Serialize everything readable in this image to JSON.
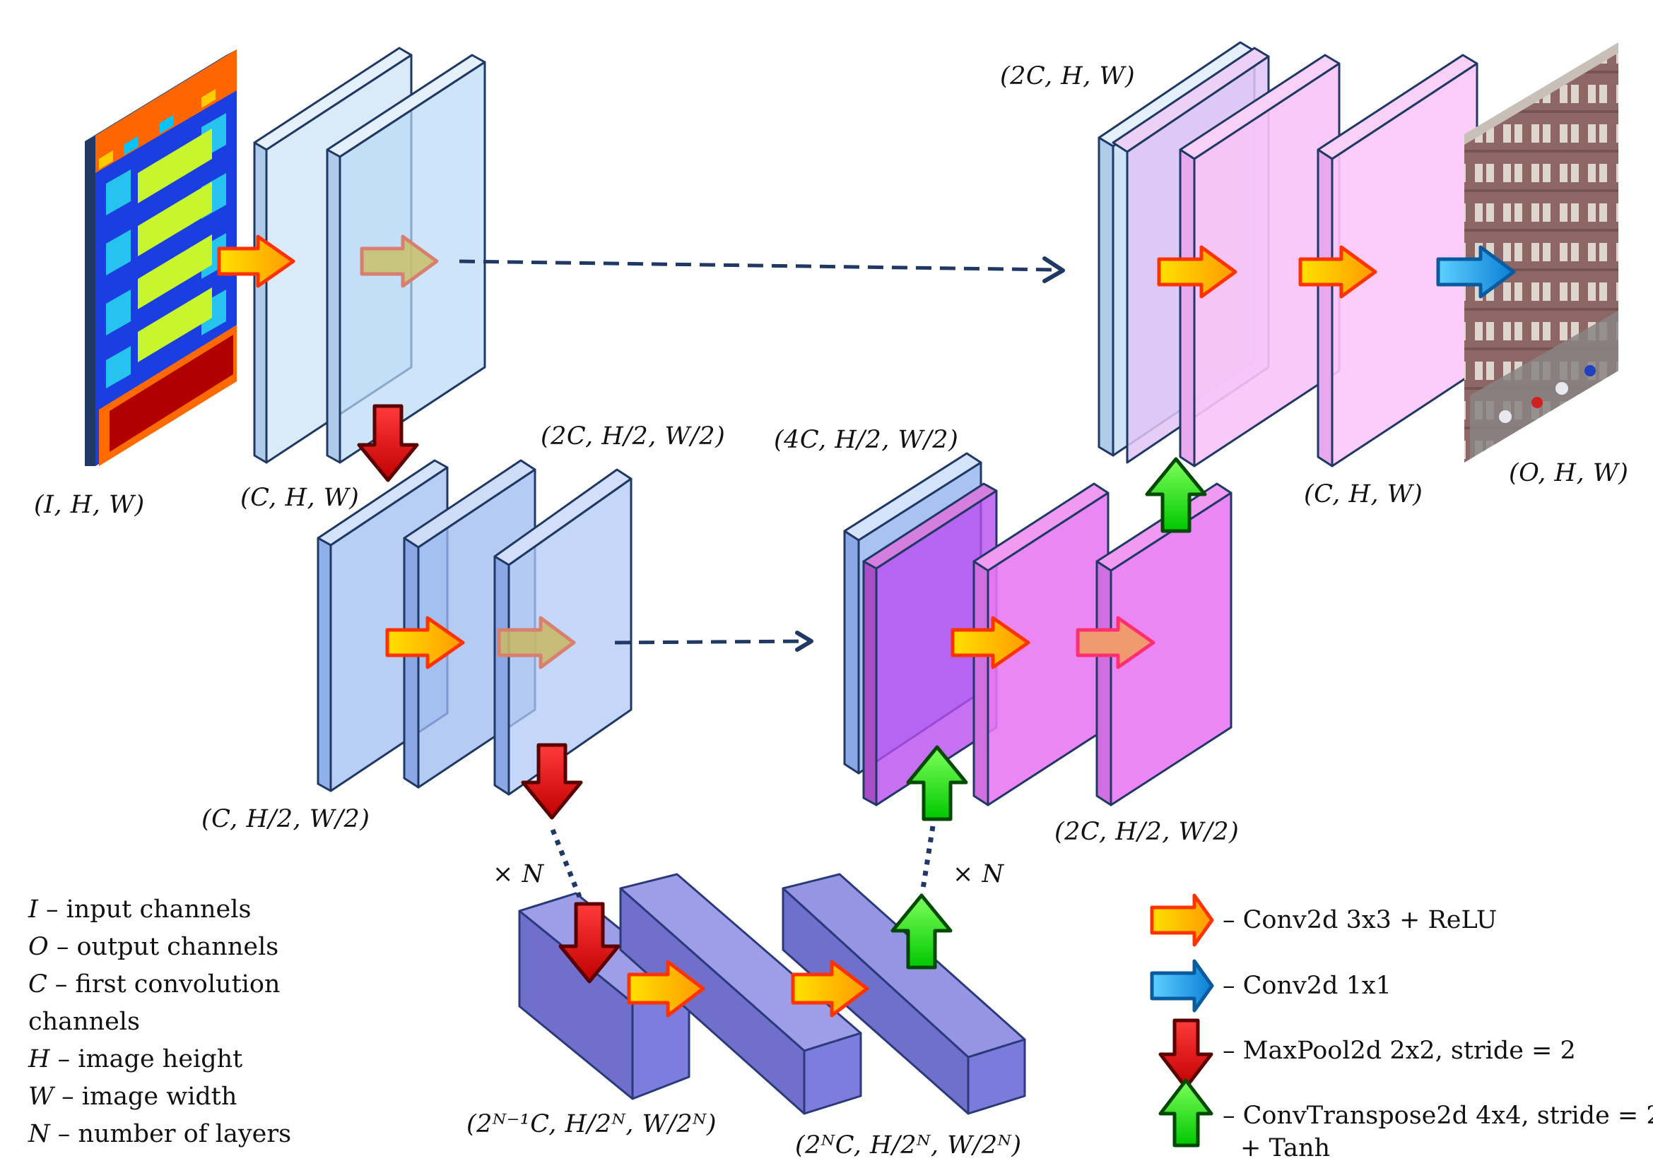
{
  "labels": {
    "input_dims": "(I, H, W)",
    "enc1_dims": "(C, H, W)",
    "enc2_in_dims": "(C, H/2, W/2)",
    "enc2_out_dims": "(2C, H/2, W/2)",
    "bottom_in_dims": "(2ᴺ⁻¹C, H/2ᴺ, W/2ᴺ)",
    "bottom_out_dims": "(2ᴺC, H/2ᴺ, W/2ᴺ)",
    "dec2_in_dims": "(4C, H/2, W/2)",
    "dec2_out_dims": "(2C, H/2, W/2)",
    "dec1_in_dims": "(2C, H, W)",
    "dec1_out_dims": "(C, H, W)",
    "output_dims": "(O, H, W)",
    "repeat_left": "× N",
    "repeat_right": "× N"
  },
  "definitions": [
    {
      "symbol": "I",
      "text": "– input channels"
    },
    {
      "symbol": "O",
      "text": "– output channels"
    },
    {
      "symbol": "C",
      "text": "– first convolution"
    },
    {
      "symbol": "",
      "text": "channels"
    },
    {
      "symbol": "H",
      "text": "– image height"
    },
    {
      "symbol": "W",
      "text": "– image width"
    },
    {
      "symbol": "N",
      "text": "– number of layers"
    }
  ],
  "legend": [
    {
      "icon": "orange-right-arrow",
      "text": "– Conv2d 3x3 + ReLU"
    },
    {
      "icon": "blue-right-arrow",
      "text": "– Conv2d 1x1"
    },
    {
      "icon": "red-down-arrow",
      "text": "– MaxPool2d 2x2, stride = 2"
    },
    {
      "icon": "green-up-arrow",
      "text": "– ConvTranspose2d 4x4, stride = 2"
    },
    {
      "icon": "",
      "text": "+ Tanh"
    }
  ],
  "colors": {
    "encoder_top": "#cde3f7",
    "encoder_mid": "#a9c4f2",
    "bottleneck": "#8e8ee6",
    "decoder_mid": "#e26cf0",
    "decoder_top": "#f6b8f4",
    "conv_arrow": "#ffc000",
    "conv_arrow_border": "#ff3300",
    "conv1x1_arrow": "#1aa7e8",
    "maxpool_arrow": "#e01010",
    "upconv_arrow": "#10e010",
    "skip_line": "#1f3864"
  }
}
